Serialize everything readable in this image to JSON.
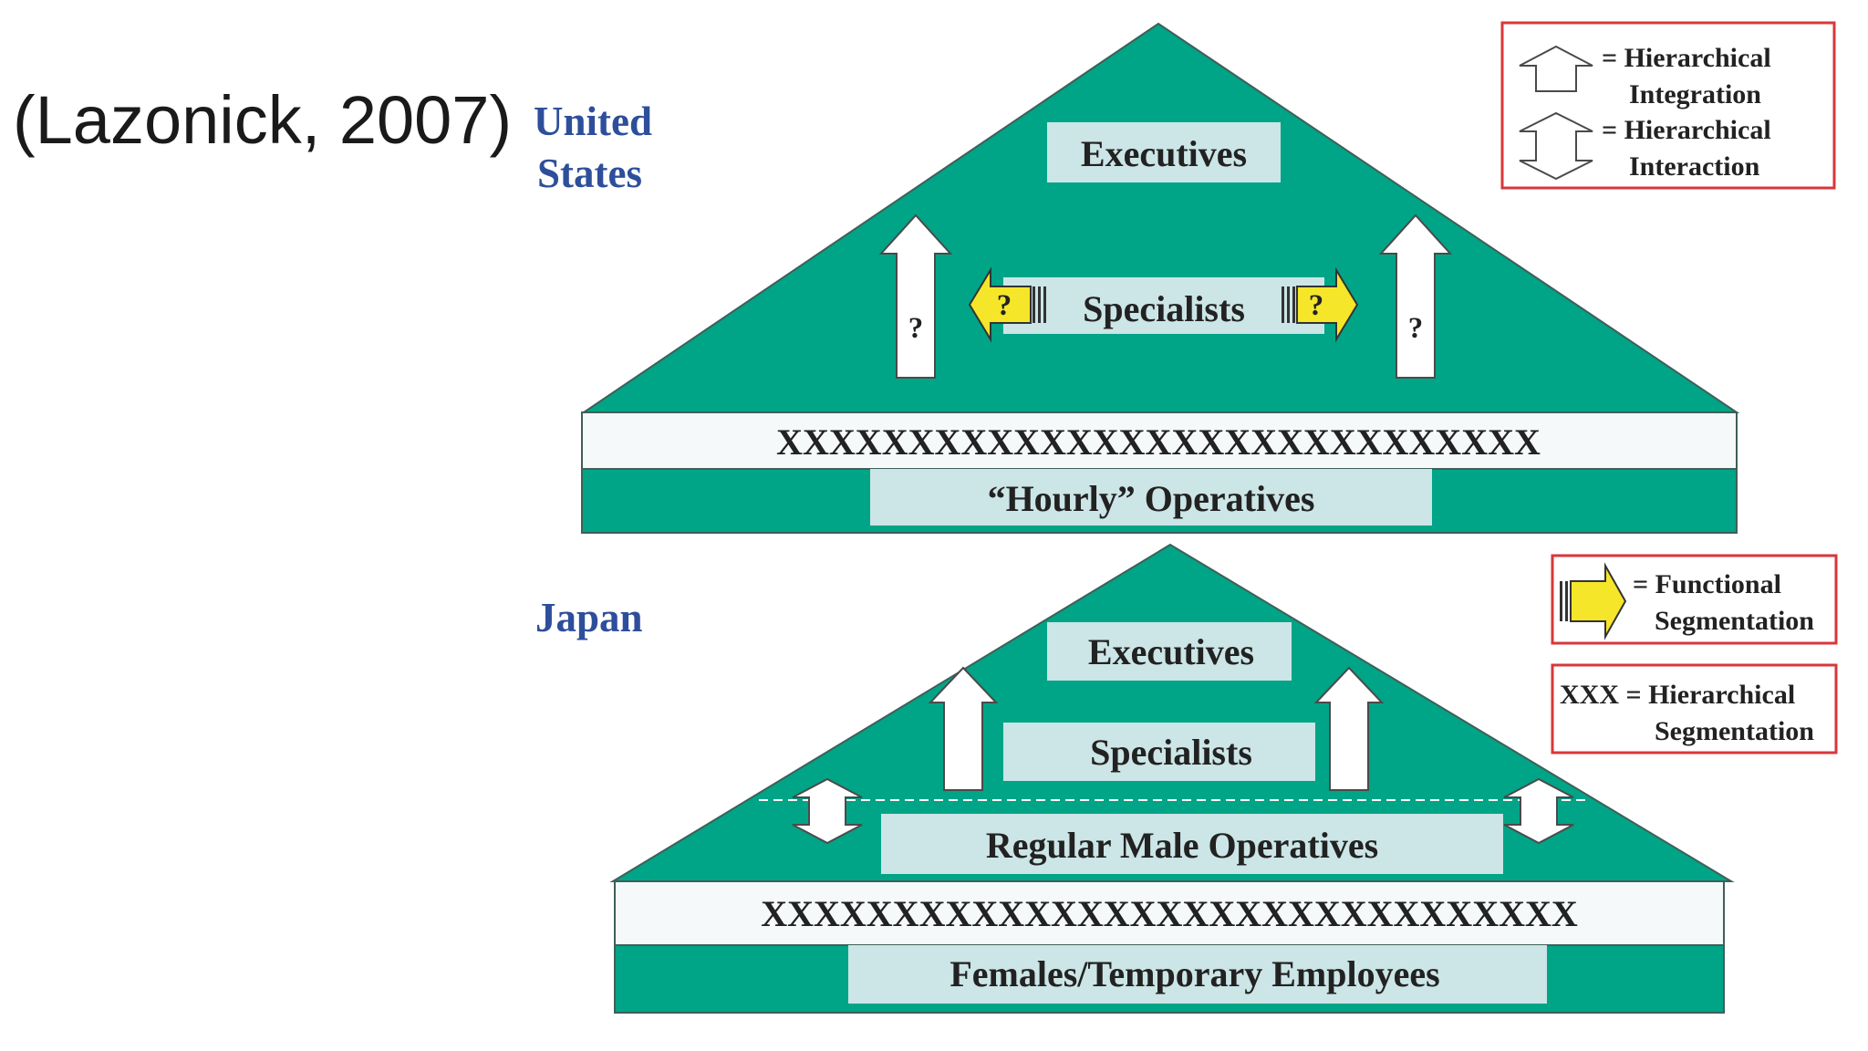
{
  "citation": "(Lazonick, 2007)",
  "colors": {
    "green": "#00a487",
    "box": "#cce5e6",
    "country_blue": "#2d4f9b",
    "legend_border": "#d8373a",
    "functional_arrow": "#f5e62a"
  },
  "us": {
    "label_line1": "United",
    "label_line2": "States",
    "executives": "Executives",
    "specialists": "Specialists",
    "divider": "XXXXXXXXXXXXXXXXXXXXXXXXXXXXX",
    "operatives": "“Hourly” Operatives",
    "question": "?"
  },
  "japan": {
    "label": "Japan",
    "executives": "Executives",
    "specialists": "Specialists",
    "regular": "Regular Male Operatives",
    "divider": "XXXXXXXXXXXXXXXXXXXXXXXXXXXXXXX",
    "females": "Females/Temporary Employees"
  },
  "legend": {
    "integration_1": "= Hierarchical",
    "integration_2": "Integration",
    "interaction_1": "= Hierarchical",
    "interaction_2": "Interaction",
    "functional_1": "= Functional",
    "functional_2": "Segmentation",
    "hseg_1": "XXX = Hierarchical",
    "hseg_2": "Segmentation"
  }
}
